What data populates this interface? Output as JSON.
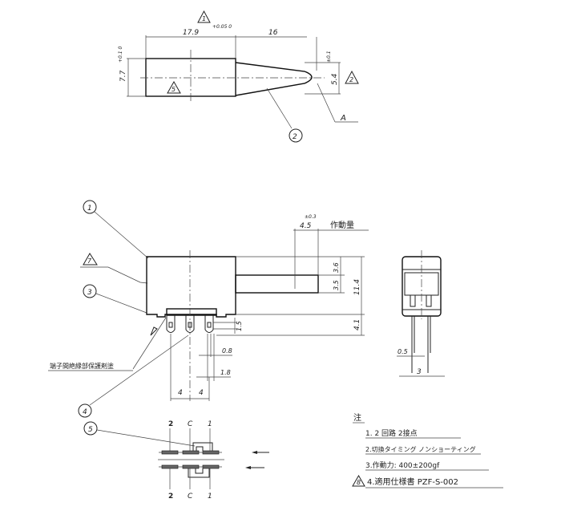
{
  "top_view": {
    "rev_tri_1": "1",
    "tol_body_length": "+0.05 0",
    "dim_body_length": "17.9",
    "dim_actuator_length": "16",
    "dim_body_height": "7.7",
    "tol_body_height": "+0.1 0",
    "dim_tip_width": "5.4",
    "tol_tip_width": "±0.1",
    "rev_tri_2": "2",
    "rev_tri_5": "5",
    "balloon_2": "2",
    "label_a": "A"
  },
  "side_view": {
    "balloon_1": "1",
    "rev_tri_7": "7",
    "balloon_3": "3",
    "balloon_4": "4",
    "tol_travel": "±0.3",
    "dim_travel": "4.5",
    "travel_label": "作動量",
    "dim_3_6": "3.6",
    "dim_3_5": "3.5",
    "dim_11_4": "11.4",
    "dim_4_1": "4.1",
    "dim_1_5": "1.5",
    "dim_0_8": "0.8",
    "dim_1_8": "1.8",
    "dim_pitch_1": "4",
    "dim_pitch_2": "4",
    "coating_note": "端子間絶縁部保護剤塗"
  },
  "end_view": {
    "dim_0_5": "0.5",
    "dim_3": "3"
  },
  "schematic": {
    "balloon_5": "5",
    "top_labels": [
      "2",
      "C",
      "1"
    ],
    "bottom_labels": [
      "2",
      "C",
      "1"
    ]
  },
  "notes": {
    "heading": "注",
    "items": [
      "1.  2 回路 2接点",
      "2.切換タイミング  ノンショーティング",
      "3.作動力: 400±200gf",
      "4.適用仕様書  PZF-S-002"
    ],
    "rev_tri_8": "8"
  }
}
